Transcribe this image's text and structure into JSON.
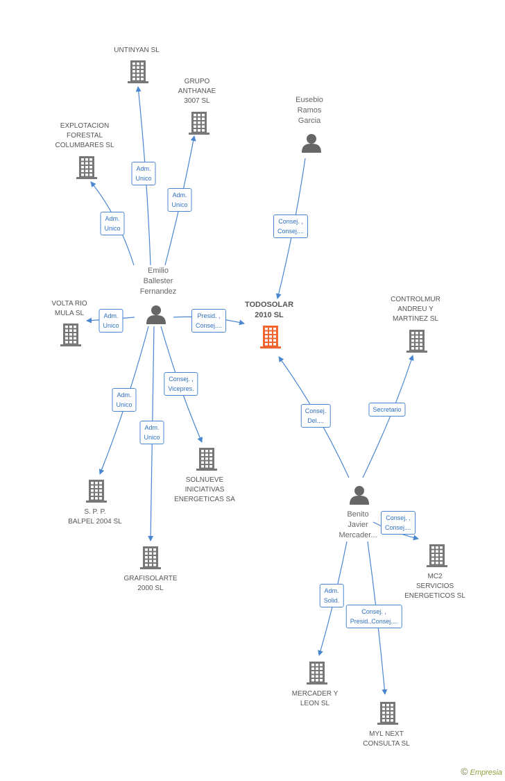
{
  "colors": {
    "edge": "#4a86d0",
    "company_icon": "#777777",
    "focus_icon": "#f06530",
    "person_icon": "#666666"
  },
  "nodes": [
    {
      "id": "untinyan",
      "kind": "company",
      "label": "UNTINYAN SL"
    },
    {
      "id": "grupo",
      "kind": "company",
      "label": "GRUPO\nANTHANAE\n3007 SL"
    },
    {
      "id": "explotacion",
      "kind": "company",
      "label": "EXPLOTACION\nFORESTAL\nCOLUMBARES SL"
    },
    {
      "id": "eusebio",
      "kind": "person",
      "label": "Eusebio\nRamos\nGarcia"
    },
    {
      "id": "emilio",
      "kind": "person",
      "label": "Emilio\nBallester\nFernandez"
    },
    {
      "id": "volta",
      "kind": "company",
      "label": "VOLTA RIO\nMULA SL"
    },
    {
      "id": "todosolar",
      "kind": "focus",
      "label": "TODOSOLAR\n2010 SL"
    },
    {
      "id": "controlmur",
      "kind": "company",
      "label": "CONTROLMUR\nANDREU Y\nMARTINEZ SL"
    },
    {
      "id": "spp",
      "kind": "company",
      "label": "S. P. P.\nBALPEL 2004 SL"
    },
    {
      "id": "solnueve",
      "kind": "company",
      "label": "SOLNUEVE\nINICIATIVAS\nENERGETICAS SA"
    },
    {
      "id": "grafisolarte",
      "kind": "company",
      "label": "GRAFISOLARTE\n2000 SL"
    },
    {
      "id": "benito",
      "kind": "person",
      "label": "Benito\nJavier\nMercader..."
    },
    {
      "id": "mc2",
      "kind": "company",
      "label": "MC2\nSERVICIOS\nENERGETICOS SL"
    },
    {
      "id": "mercader",
      "kind": "company",
      "label": "MERCADER Y\nLEON SL"
    },
    {
      "id": "myl",
      "kind": "company",
      "label": "MYL NEXT\nCONSULTA SL"
    }
  ],
  "edges": [
    {
      "from": "emilio",
      "to": "untinyan",
      "label": "Adm.\nUnico"
    },
    {
      "from": "emilio",
      "to": "grupo",
      "label": "Adm.\nUnico"
    },
    {
      "from": "emilio",
      "to": "explotacion",
      "label": "Adm.\nUnico"
    },
    {
      "from": "emilio",
      "to": "volta",
      "label": "Adm.\nUnico"
    },
    {
      "from": "emilio",
      "to": "todosolar",
      "label": "Presid. ,\nConsej...."
    },
    {
      "from": "emilio",
      "to": "spp",
      "label": "Adm.\nUnico"
    },
    {
      "from": "emilio",
      "to": "grafisolarte",
      "label": "Adm.\nUnico"
    },
    {
      "from": "emilio",
      "to": "solnueve",
      "label": "Consej. ,\nVicepres."
    },
    {
      "from": "eusebio",
      "to": "todosolar",
      "label": "Consej. ,\nConsej...."
    },
    {
      "from": "benito",
      "to": "todosolar",
      "label": "Consej.\nDel...."
    },
    {
      "from": "benito",
      "to": "controlmur",
      "label": "Secretario"
    },
    {
      "from": "benito",
      "to": "mc2",
      "label": "Consej. ,\nConsej...."
    },
    {
      "from": "benito",
      "to": "mercader",
      "label": "Adm.\nSolid."
    },
    {
      "from": "benito",
      "to": "myl",
      "label": "Consej. ,\nPresid.,Consej...."
    }
  ],
  "footer": {
    "copyright": "©",
    "brand": "Empresia"
  }
}
